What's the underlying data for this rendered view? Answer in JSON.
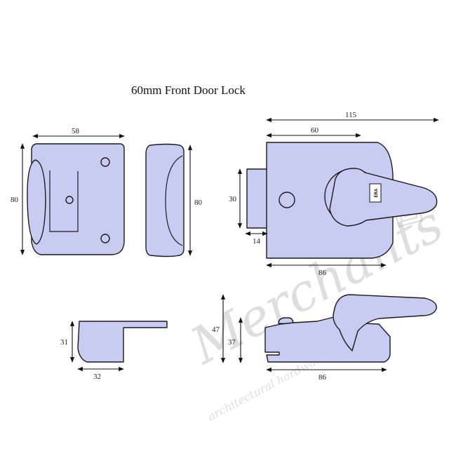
{
  "title": "60mm Front Door Lock",
  "dimensions": {
    "front_width": "58",
    "front_height": "80",
    "side_height": "80",
    "body_overall_width": "115",
    "body_width": "60",
    "cylinder_height": "30",
    "cylinder_depth": "14",
    "body_base_width": "86",
    "keep_height": "31",
    "keep_width": "32",
    "profile_total_height": "47",
    "profile_body_height": "37",
    "profile_width": "86"
  },
  "colors": {
    "part_fill": "#c8ccf2",
    "outline": "#1a1a1a",
    "watermark": "#b8b8b8"
  },
  "brand_mark": "ERA",
  "watermark": {
    "script": "Merchants",
    "tagline": "architectural hardware ltd"
  }
}
